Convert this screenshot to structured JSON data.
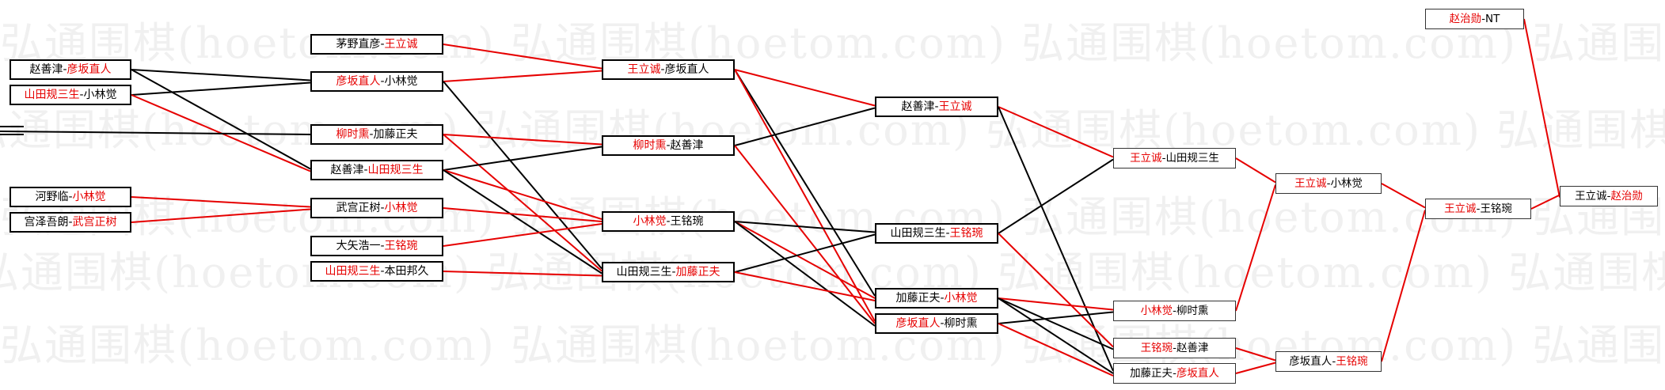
{
  "watermark": {
    "text": "弘通围棋(hoetom.com)"
  },
  "colors": {
    "winner_text": "#e60000",
    "win_line": "#e60000",
    "loss_line": "#000000",
    "box_border": "#000000"
  },
  "matches": [
    {
      "id": "m01",
      "p1": "赵善津",
      "p2": "彦坂直人",
      "winner": 2
    },
    {
      "id": "m02",
      "p1": "山田规三生",
      "p2": "小林觉",
      "winner": 1
    },
    {
      "id": "m03",
      "p1": "河野临",
      "p2": "小林觉",
      "winner": 2
    },
    {
      "id": "m04",
      "p1": "宫泽吾朗",
      "p2": "武宫正树",
      "winner": 2
    },
    {
      "id": "m05",
      "p1": "茅野直彦",
      "p2": "王立诚",
      "winner": 2
    },
    {
      "id": "m06",
      "p1": "彦坂直人",
      "p2": "小林觉",
      "winner": 1
    },
    {
      "id": "m07",
      "p1": "柳时熏",
      "p2": "加藤正夫",
      "winner": 1
    },
    {
      "id": "m08",
      "p1": "赵善津",
      "p2": "山田规三生",
      "winner": 2
    },
    {
      "id": "m09",
      "p1": "武宫正树",
      "p2": "小林觉",
      "winner": 2
    },
    {
      "id": "m10",
      "p1": "大矢浩一",
      "p2": "王铭琬",
      "winner": 2
    },
    {
      "id": "m11",
      "p1": "山田规三生",
      "p2": "本田邦久",
      "winner": 1
    },
    {
      "id": "m12",
      "p1": "王立诚",
      "p2": "彦坂直人",
      "winner": 1
    },
    {
      "id": "m13",
      "p1": "柳时熏",
      "p2": "赵善津",
      "winner": 1
    },
    {
      "id": "m14",
      "p1": "小林觉",
      "p2": "王铭琬",
      "winner": 1
    },
    {
      "id": "m15",
      "p1": "山田规三生",
      "p2": "加藤正夫",
      "winner": 2
    },
    {
      "id": "m16",
      "p1": "赵善津",
      "p2": "王立诚",
      "winner": 2
    },
    {
      "id": "m17",
      "p1": "山田规三生",
      "p2": "王铭琬",
      "winner": 2
    },
    {
      "id": "m18",
      "p1": "加藤正夫",
      "p2": "小林觉",
      "winner": 2
    },
    {
      "id": "m19",
      "p1": "彦坂直人",
      "p2": "柳时熏",
      "winner": 1
    },
    {
      "id": "m20",
      "p1": "王立诚",
      "p2": "山田规三生",
      "winner": 1
    },
    {
      "id": "m21",
      "p1": "小林觉",
      "p2": "柳时熏",
      "winner": 1
    },
    {
      "id": "m22",
      "p1": "王铭琬",
      "p2": "赵善津",
      "winner": 1
    },
    {
      "id": "m23",
      "p1": "加藤正夫",
      "p2": "彦坂直人",
      "winner": 2
    },
    {
      "id": "m24",
      "p1": "王立诚",
      "p2": "小林觉",
      "winner": 1
    },
    {
      "id": "m25",
      "p1": "彦坂直人",
      "p2": "王铭琬",
      "winner": 2
    },
    {
      "id": "m26",
      "p1": "王立诚",
      "p2": "王铭琬",
      "winner": 1
    },
    {
      "id": "m27",
      "p1": "赵治勋",
      "p2": "NT",
      "winner": 1
    },
    {
      "id": "m28",
      "p1": "王立诚",
      "p2": "赵治勋",
      "winner": 2
    }
  ],
  "links": [
    {
      "from": "m01",
      "to": "m06",
      "win": false
    },
    {
      "from": "m01",
      "to": "m08",
      "win": false
    },
    {
      "from": "m02",
      "to": "m06",
      "win": false
    },
    {
      "from": "m02",
      "to": "m08",
      "win": true
    },
    {
      "from": "m03",
      "to": "m09",
      "win": true
    },
    {
      "from": "m04",
      "to": "m09",
      "win": true
    },
    {
      "from": "seed",
      "to": "m07",
      "win": false
    },
    {
      "from": "m05",
      "to": "m12",
      "win": true
    },
    {
      "from": "m06",
      "to": "m12",
      "win": true
    },
    {
      "from": "m06",
      "to": "m15",
      "win": false
    },
    {
      "from": "m07",
      "to": "m13",
      "win": true
    },
    {
      "from": "m07",
      "to": "m15",
      "win": true
    },
    {
      "from": "m08",
      "to": "m13",
      "win": false
    },
    {
      "from": "m08",
      "to": "m14",
      "win": true
    },
    {
      "from": "m08",
      "to": "m15",
      "win": false
    },
    {
      "from": "m09",
      "to": "m14",
      "win": true
    },
    {
      "from": "m10",
      "to": "m14",
      "win": true
    },
    {
      "from": "m11",
      "to": "m15",
      "win": true
    },
    {
      "from": "m12",
      "to": "m16",
      "win": true
    },
    {
      "from": "m12",
      "to": "m18",
      "win": false
    },
    {
      "from": "m12",
      "to": "m19",
      "win": true
    },
    {
      "from": "m13",
      "to": "m16",
      "win": false
    },
    {
      "from": "m13",
      "to": "m19",
      "win": true
    },
    {
      "from": "m14",
      "to": "m17",
      "win": false
    },
    {
      "from": "m14",
      "to": "m18",
      "win": true
    },
    {
      "from": "m14",
      "to": "m19",
      "win": false
    },
    {
      "from": "m15",
      "to": "m17",
      "win": false
    },
    {
      "from": "m15",
      "to": "m18",
      "win": true
    },
    {
      "from": "m16",
      "to": "m20",
      "win": true
    },
    {
      "from": "m16",
      "to": "m23",
      "win": false
    },
    {
      "from": "m17",
      "to": "m20",
      "win": false
    },
    {
      "from": "m17",
      "to": "m22",
      "win": true
    },
    {
      "from": "m18",
      "to": "m21",
      "win": true
    },
    {
      "from": "m18",
      "to": "m22",
      "win": false
    },
    {
      "from": "m18",
      "to": "m23",
      "win": false
    },
    {
      "from": "m19",
      "to": "m21",
      "win": false
    },
    {
      "from": "m19",
      "to": "m23",
      "win": true
    },
    {
      "from": "m20",
      "to": "m24",
      "win": true
    },
    {
      "from": "m21",
      "to": "m24",
      "win": true
    },
    {
      "from": "m22",
      "to": "m25",
      "win": true
    },
    {
      "from": "m23",
      "to": "m25",
      "win": true
    },
    {
      "from": "m24",
      "to": "m26",
      "win": true
    },
    {
      "from": "m25",
      "to": "m26",
      "win": true
    },
    {
      "from": "m26",
      "to": "m28",
      "win": true
    },
    {
      "from": "m27",
      "to": "m28",
      "win": true
    }
  ]
}
